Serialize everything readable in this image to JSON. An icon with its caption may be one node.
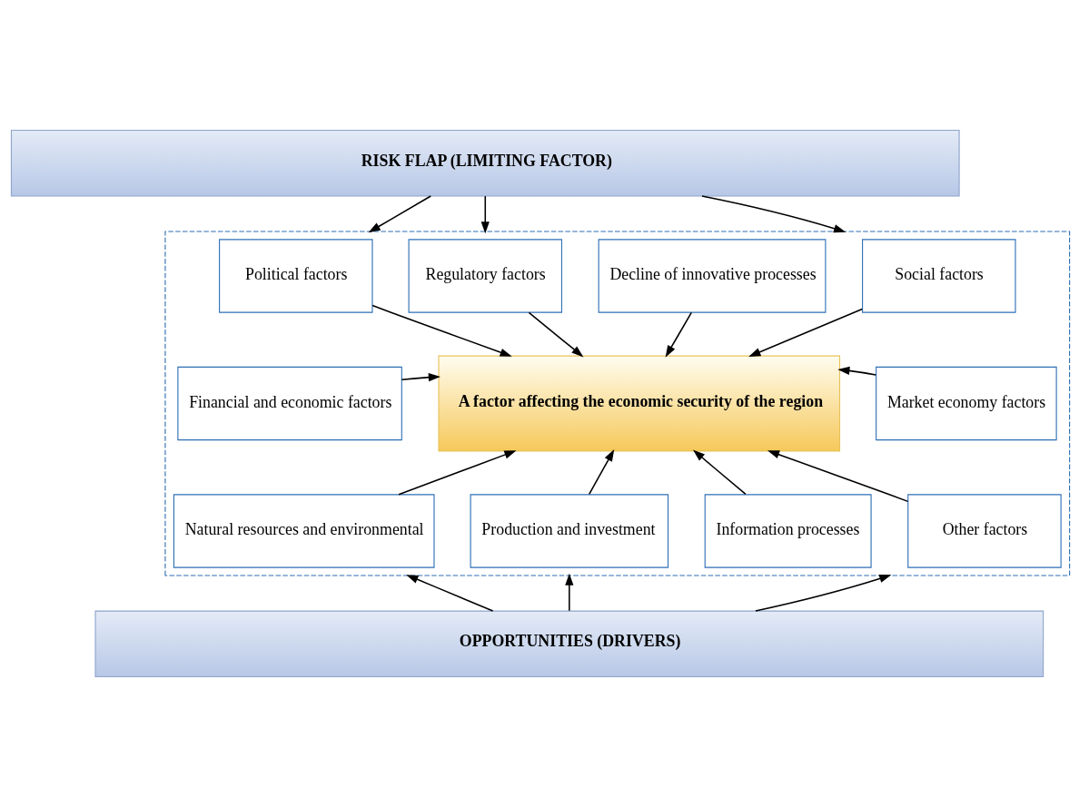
{
  "diagram": {
    "nodes": [
      {
        "text": [
          "RISK FLAP (LIMITING FACTOR)"
        ]
      },
      {
        "text": [],
        "shape": "box"
      },
      {
        "text": [
          "Political factors"
        ],
        "in": 1
      },
      {
        "text": [
          "Regulatory factors"
        ],
        "in": 1
      },
      {
        "text": [
          "Decline of innovative processes"
        ],
        "in": 1
      },
      {
        "text": [
          "Social factors"
        ],
        "in": 1
      },
      {
        "text": [
          "Financial and economic factors"
        ],
        "in": 1
      },
      {
        "text": [
          "A factor affecting the economic security of the region"
        ],
        "in": 1
      },
      {
        "text": [
          "Market economy factors"
        ],
        "in": 1
      },
      {
        "text": [
          "Natural resources and environmental"
        ],
        "in": 1
      },
      {
        "text": [
          "Production and investment"
        ],
        "in": 1
      },
      {
        "text": [
          "Information processes"
        ],
        "in": 1
      },
      {
        "text": [
          "Other factors"
        ],
        "in": 1
      },
      {
        "text": [
          "OPPORTUNITIES (DRIVERS)"
        ]
      }
    ],
    "edges": [
      {
        "from": 0,
        "to": 1,
        "arrow": "to"
      },
      {
        "from": 0,
        "to": 1,
        "arrow": "to"
      },
      {
        "from": 0,
        "to": 1,
        "arrow": "to"
      },
      {
        "from": 2,
        "to": 7,
        "arrow": "to"
      },
      {
        "from": 3,
        "to": 7,
        "arrow": "to"
      },
      {
        "from": 4,
        "to": 7,
        "arrow": "to"
      },
      {
        "from": 5,
        "to": 7,
        "arrow": "to"
      },
      {
        "from": 6,
        "to": 7,
        "arrow": "to"
      },
      {
        "from": 8,
        "to": 7,
        "arrow": "to"
      },
      {
        "from": 9,
        "to": 7,
        "arrow": "to"
      },
      {
        "from": 10,
        "to": 7,
        "arrow": "to"
      },
      {
        "from": 11,
        "to": 7,
        "arrow": "to"
      },
      {
        "from": 12,
        "to": 7,
        "arrow": "to"
      },
      {
        "from": 13,
        "to": 1,
        "arrow": "to"
      },
      {
        "from": 13,
        "to": 1,
        "arrow": "to"
      },
      {
        "from": 13,
        "to": 1,
        "arrow": "to"
      }
    ]
  }
}
